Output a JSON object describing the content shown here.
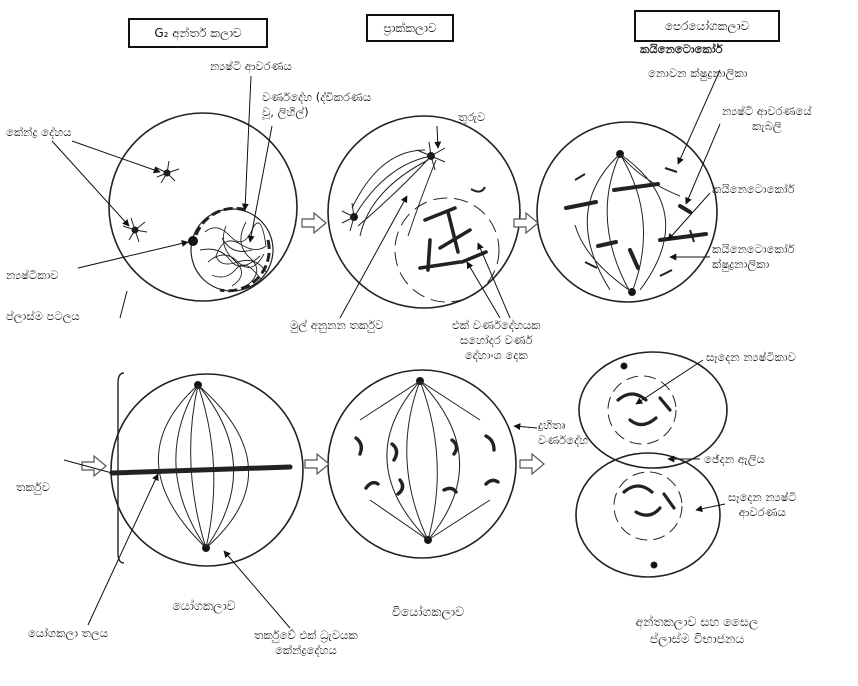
{
  "titles": {
    "g2": "G₂ අන්තර් කලාව",
    "prophase": "ප්‍රාක්කලාව",
    "prometaphase": "පෙරයෝගකලාව"
  },
  "captions": {
    "metaphase": "යෝගකලාව",
    "anaphase": "වියෝගකලාව",
    "telophase": "අන්තකලාව සහ සෛල\nප්ලාස්ම විභාජනය"
  },
  "labels": {
    "nuclear_envelope": "න්‍යෂ්ටි ආවරණය",
    "chromosomes_duplicated": "වර්ණදේහ (ද්විකරණය\nවූ, ලිහිල්)",
    "centrosome": "කේන්ද්‍ර දේහය",
    "nucleolus": "න්‍යෂ්ටිකාව",
    "plasma_membrane": "ප්ලාස්ම පටලය",
    "aster": "තුරුව",
    "early_spindle": "මුල් අනුනන තර්කුව",
    "sister_chromatids": "එක් වර්ණදේහයක\nසහෝදර වර්ණ\nදේහාංශ දෙක",
    "kinetochore_bold": "කයිනෙටොකෝර්",
    "nonkinetochore_mt": "නොවන ක්ෂුද්‍රනාලිකා",
    "fragments_envelope": "න්‍යෂ්ටි ආවරණයේ\nකැබලි",
    "kinetochore": "කයිනෙටොකෝර්",
    "kinetochore_mt": "කයිනෙටොකෝර්\nක්ෂුද්‍රනාලිකා",
    "spindle": "තර්කුව",
    "metaphase_plate": "යෝගකලා තලය",
    "spindle_pole_centrosome": "තර්කුවේ එක් ධ්‍රැවයක\nකේන්ද්‍රදේහය",
    "daughter_chromosomes": "දුහිතෘ\nවර්ණදේහ",
    "forming_nucleolus": "සෑදෙන න්‍යෂ්ටිකාව",
    "cleavage_furrow": "ඡේදන ඇලිය",
    "forming_envelope": "සෑදෙන න්‍යෂ්ටි\nආවරණය"
  }
}
